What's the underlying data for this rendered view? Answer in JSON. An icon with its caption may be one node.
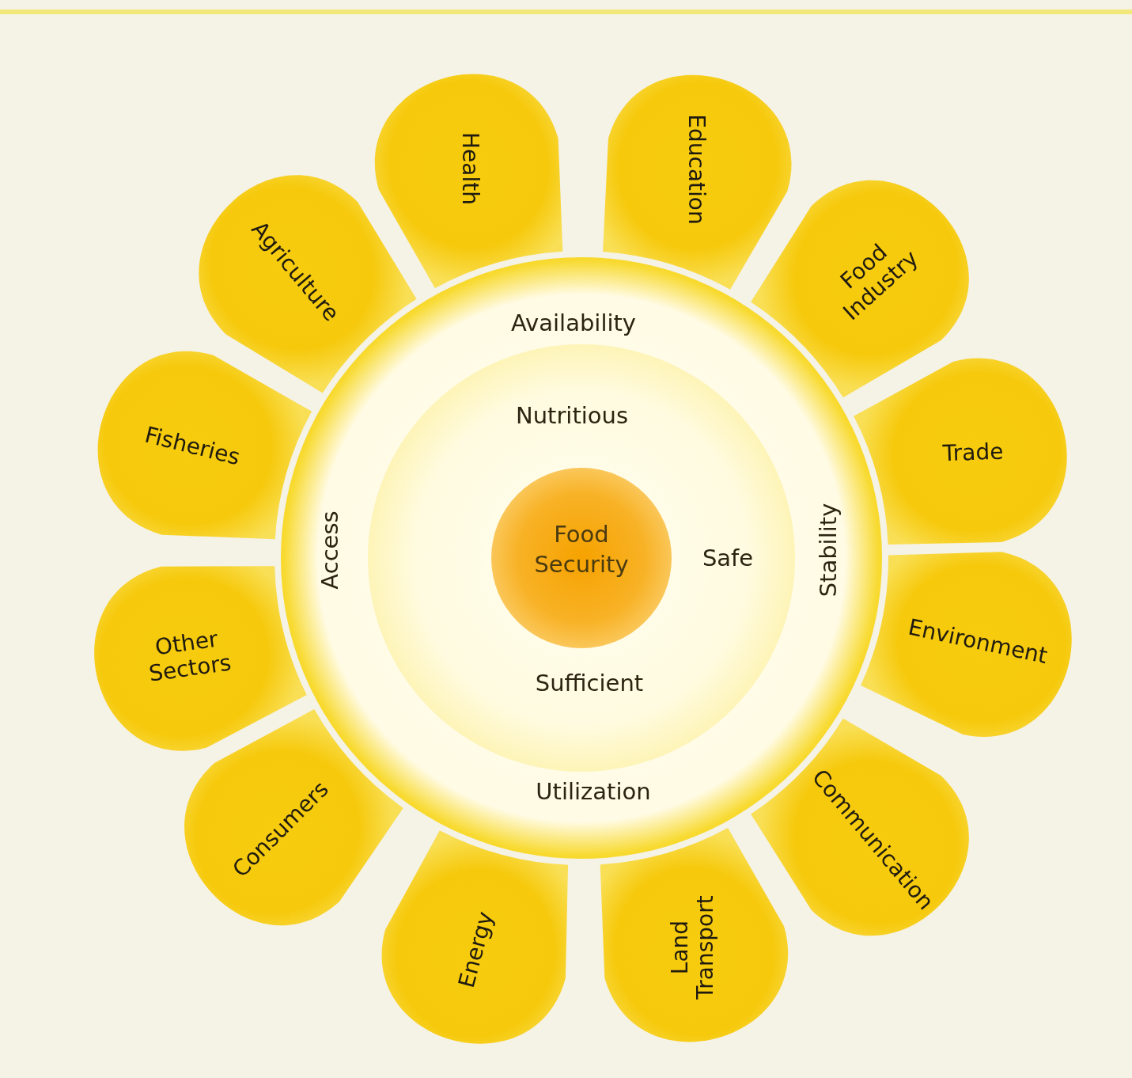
{
  "diagram": {
    "nodes": [
      {
        "text": [
          "Health"
        ]
      },
      {
        "text": [
          "Education"
        ]
      },
      {
        "text": [
          "Food Industry"
        ]
      },
      {
        "text": [
          "Trade"
        ]
      },
      {
        "text": [
          "Environment"
        ]
      },
      {
        "text": [
          "Communication"
        ]
      },
      {
        "text": [
          "Land Transport"
        ]
      },
      {
        "text": [
          "Energy"
        ]
      },
      {
        "text": [
          "Consumers"
        ]
      },
      {
        "text": [
          "Other Sectors"
        ]
      },
      {
        "text": [
          "Fisheries"
        ]
      },
      {
        "text": [
          "Agriculture"
        ]
      },
      {
        "text": [
          "Availability",
          "Access",
          "Stability",
          "Utilization"
        ]
      },
      {
        "text": [
          "Nutritious",
          "Safe",
          "Sufficient"
        ],
        "in": 12
      },
      {
        "text": [
          "Food Security"
        ],
        "in": 13
      }
    ]
  }
}
